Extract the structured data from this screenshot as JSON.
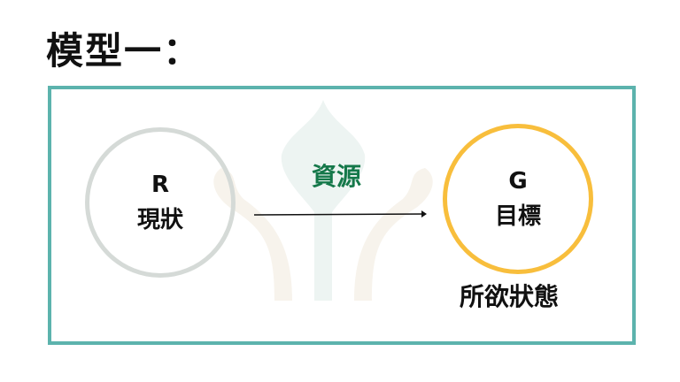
{
  "title": "模型一：",
  "current": {
    "letter": "R",
    "label": "現狀"
  },
  "goal": {
    "letter": "G",
    "label": "目標",
    "caption": "所欲狀態"
  },
  "arrow_label": "資源",
  "colors": {
    "frame": "#5cb3ad",
    "current_ring": "#d5dad7",
    "goal_ring": "#f8be3c",
    "arrow_label": "#15784a"
  }
}
